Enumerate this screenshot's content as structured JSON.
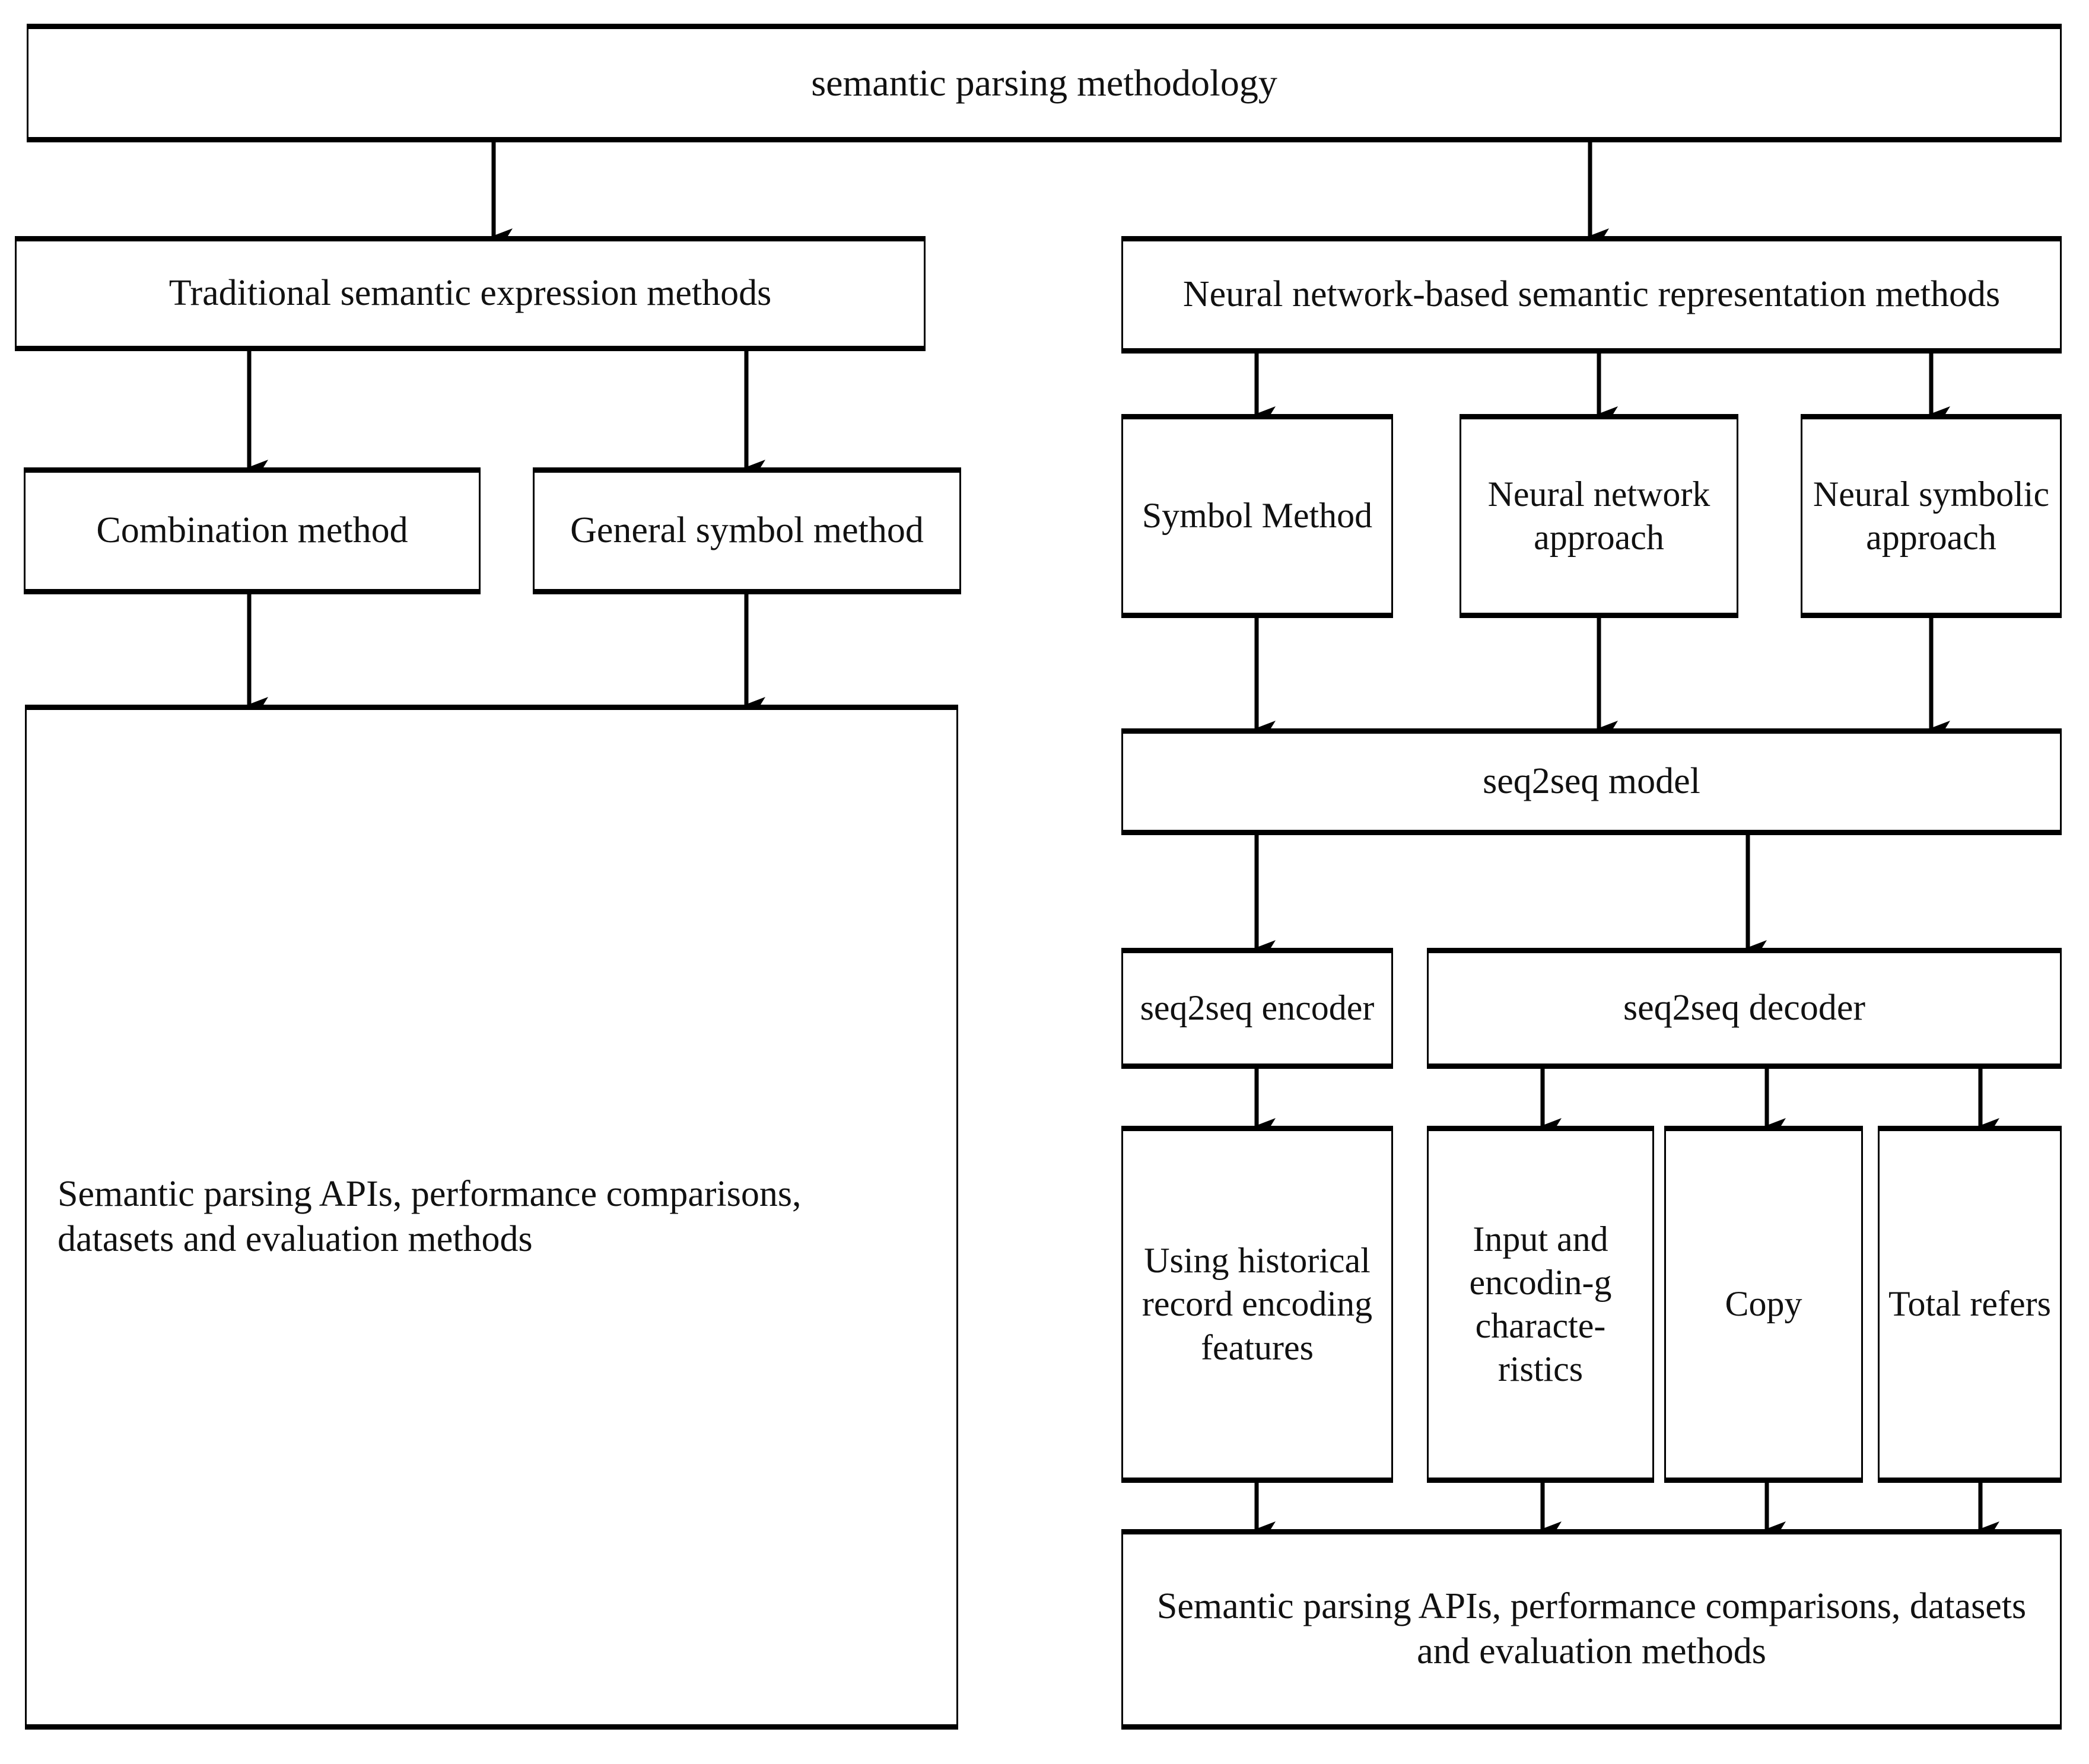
{
  "diagram": {
    "title": "semantic parsing methodology",
    "nodes": {
      "root": {
        "label": "semantic parsing methodology"
      },
      "traditional": {
        "label": "Traditional semantic expression methods"
      },
      "neural_based": {
        "label": "Neural network-based semantic representation methods"
      },
      "combination": {
        "label": "Combination method"
      },
      "general_symbol": {
        "label": "General symbol method"
      },
      "symbol_method": {
        "label": "Symbol Method"
      },
      "nn_approach": {
        "label": "Neural network approach"
      },
      "neural_symbolic": {
        "label": "Neural symbolic approach"
      },
      "seq2seq_model": {
        "label": "seq2seq model"
      },
      "seq2seq_encoder": {
        "label": "seq2seq encoder"
      },
      "seq2seq_decoder": {
        "label": "seq2seq decoder"
      },
      "historical_features": {
        "label": "Using historical record encoding features"
      },
      "input_encoding": {
        "label": "Input and encodin-g characte-ristics"
      },
      "copy": {
        "label": "Copy"
      },
      "total_refers": {
        "label": "Total refers"
      },
      "left_summary": {
        "label": "Semantic parsing APIs, performance comparisons, datasets and evaluation methods"
      },
      "right_summary": {
        "label": "Semantic parsing APIs, performance comparisons, datasets and evaluation methods"
      }
    },
    "edges": [
      {
        "from": "root",
        "to": "traditional"
      },
      {
        "from": "root",
        "to": "neural_based"
      },
      {
        "from": "traditional",
        "to": "combination"
      },
      {
        "from": "traditional",
        "to": "general_symbol"
      },
      {
        "from": "combination",
        "to": "left_summary"
      },
      {
        "from": "general_symbol",
        "to": "left_summary"
      },
      {
        "from": "neural_based",
        "to": "symbol_method"
      },
      {
        "from": "neural_based",
        "to": "nn_approach"
      },
      {
        "from": "neural_based",
        "to": "neural_symbolic"
      },
      {
        "from": "symbol_method",
        "to": "seq2seq_model"
      },
      {
        "from": "nn_approach",
        "to": "seq2seq_model"
      },
      {
        "from": "neural_symbolic",
        "to": "seq2seq_model"
      },
      {
        "from": "seq2seq_model",
        "to": "seq2seq_encoder"
      },
      {
        "from": "seq2seq_model",
        "to": "seq2seq_decoder"
      },
      {
        "from": "seq2seq_encoder",
        "to": "historical_features"
      },
      {
        "from": "seq2seq_decoder",
        "to": "input_encoding"
      },
      {
        "from": "seq2seq_decoder",
        "to": "copy"
      },
      {
        "from": "seq2seq_decoder",
        "to": "total_refers"
      },
      {
        "from": "historical_features",
        "to": "right_summary"
      },
      {
        "from": "input_encoding",
        "to": "right_summary"
      },
      {
        "from": "copy",
        "to": "right_summary"
      },
      {
        "from": "total_refers",
        "to": "right_summary"
      }
    ],
    "colors": {
      "stroke": "#000000",
      "fill": "#ffffff",
      "text": "#111111"
    }
  }
}
